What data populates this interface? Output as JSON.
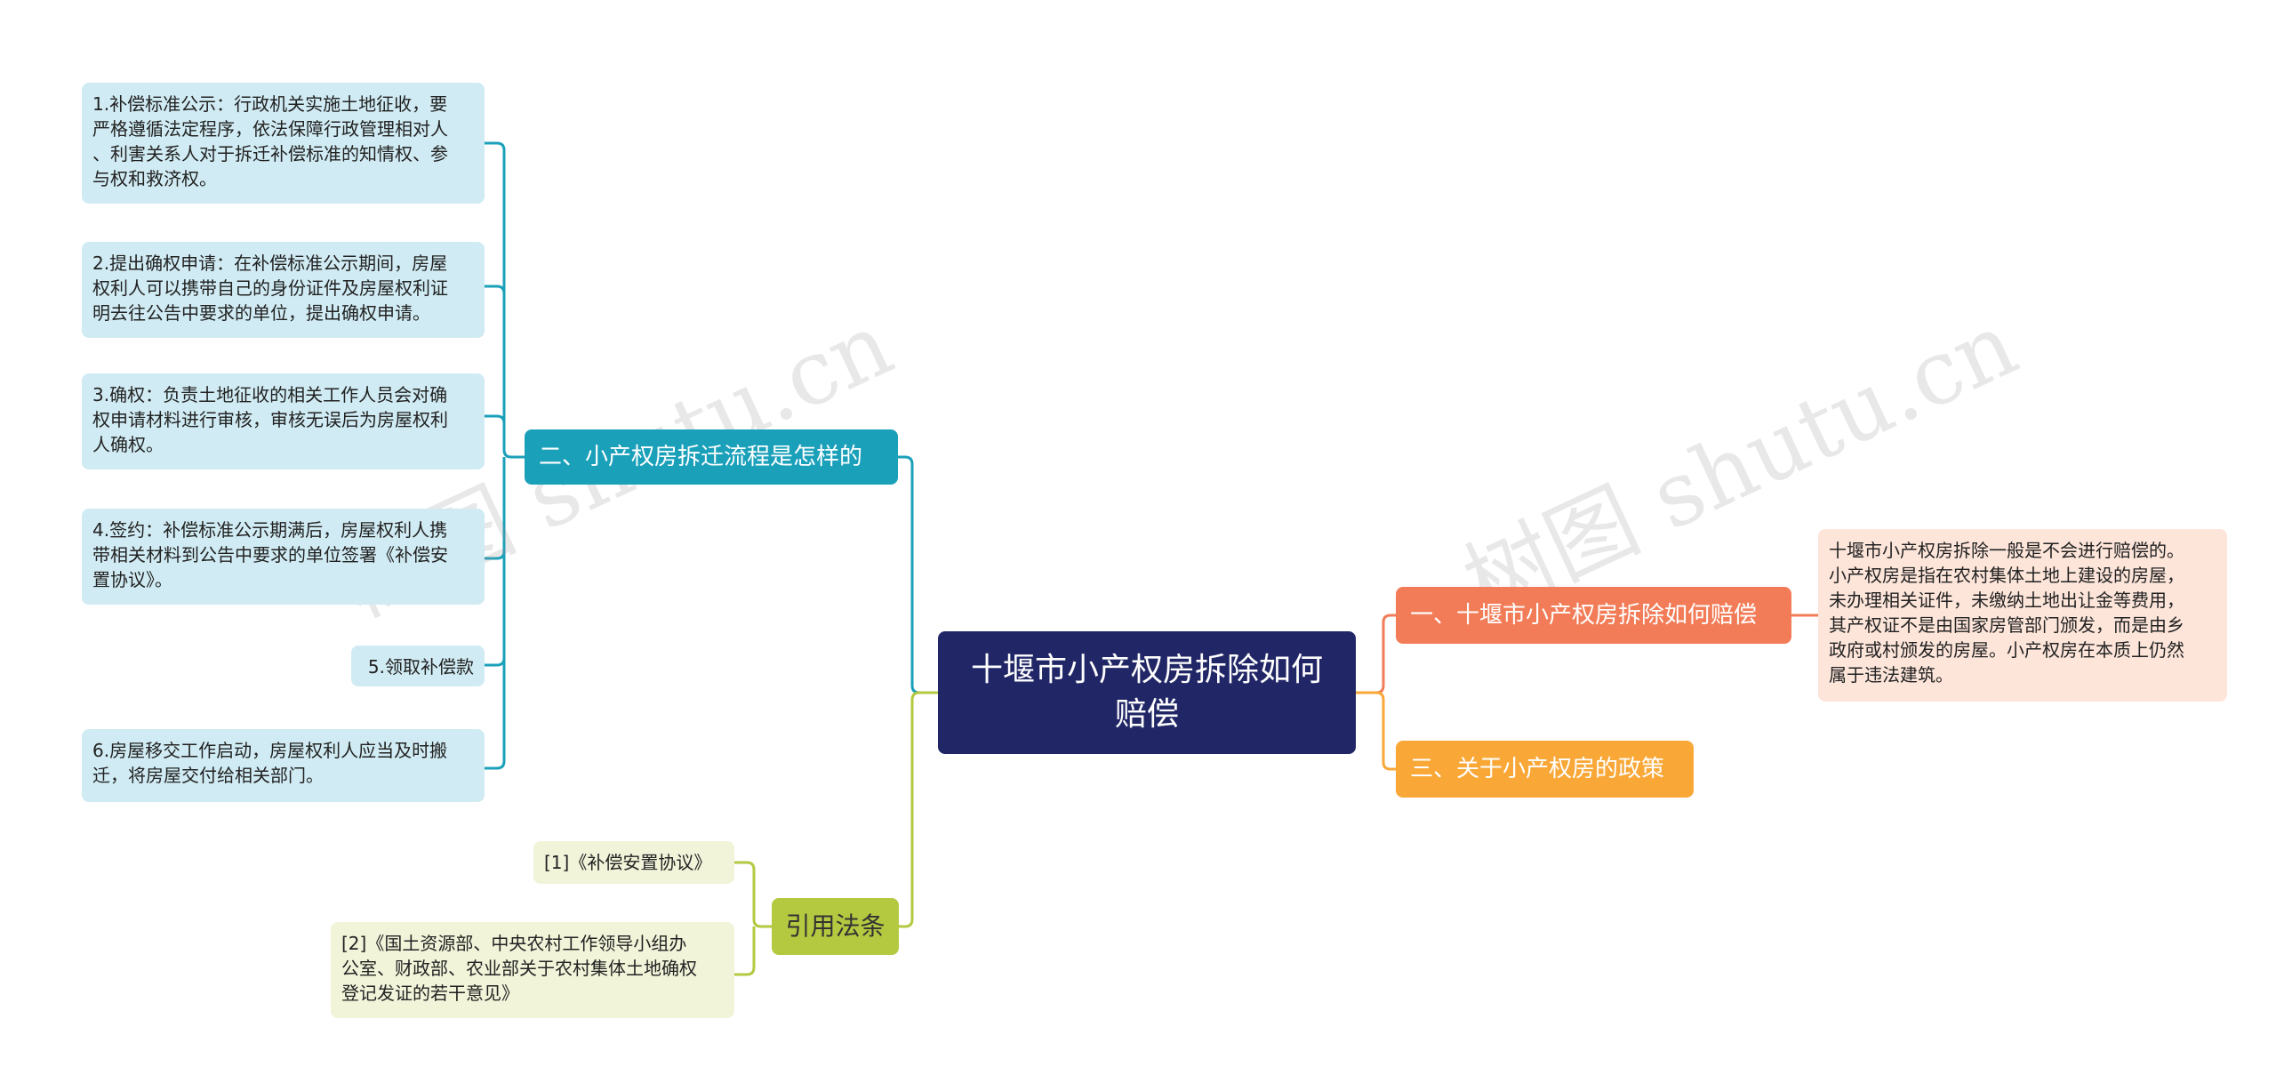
{
  "root": {
    "label": "十堰市小产权房拆除如何\n赔偿"
  },
  "branches": {
    "compensation": {
      "label": "一、十堰市小产权房拆除如何赔偿"
    },
    "policy": {
      "label": "三、关于小产权房的政策"
    },
    "process": {
      "label": "二、小产权房拆迁流程是怎样的"
    },
    "citations": {
      "label": "引用法条"
    }
  },
  "compensation_detail": "十堰市小产权房拆除一般是不会进行赔偿的。\n小产权房是指在农村集体土地上建设的房屋，\n未办理相关证件，未缴纳土地出让金等费用，\n其产权证不是由国家房管部门颁发，而是由乡\n政府或村颁发的房屋。小产权房在本质上仍然\n属于违法建筑。",
  "process_steps": [
    "1.补偿标准公示：行政机关实施土地征收，要\n严格遵循法定程序，依法保障行政管理相对人\n、利害关系人对于拆迁补偿标准的知情权、参\n与权和救济权。",
    "2.提出确权申请：在补偿标准公示期间，房屋\n权利人可以携带自己的身份证件及房屋权利证\n明去往公告中要求的单位，提出确权申请。",
    "3.确权：负责土地征收的相关工作人员会对确\n权申请材料进行审核，审核无误后为房屋权利\n人确权。",
    "4.签约：补偿标准公示期满后，房屋权利人携\n带相关材料到公告中要求的单位签署《补偿安\n置协议》。",
    "5.领取补偿款",
    "6.房屋移交工作启动，房屋权利人应当及时搬\n迁，将房屋交付给相关部门。"
  ],
  "citations": [
    "[1]《补偿安置协议》",
    "[2]《国土资源部、中央农村工作领导小组办\n公室、财政部、农业部关于农村集体土地确权\n登记发证的若干意见》"
  ],
  "watermarks": [
    "树图 shutu.cn",
    "树图 shutu.cn"
  ],
  "colors": {
    "root": "#212766",
    "compensation": "#f27c57",
    "policy": "#f9a838",
    "process": "#1ba0ba",
    "citations": "#b4c940"
  }
}
